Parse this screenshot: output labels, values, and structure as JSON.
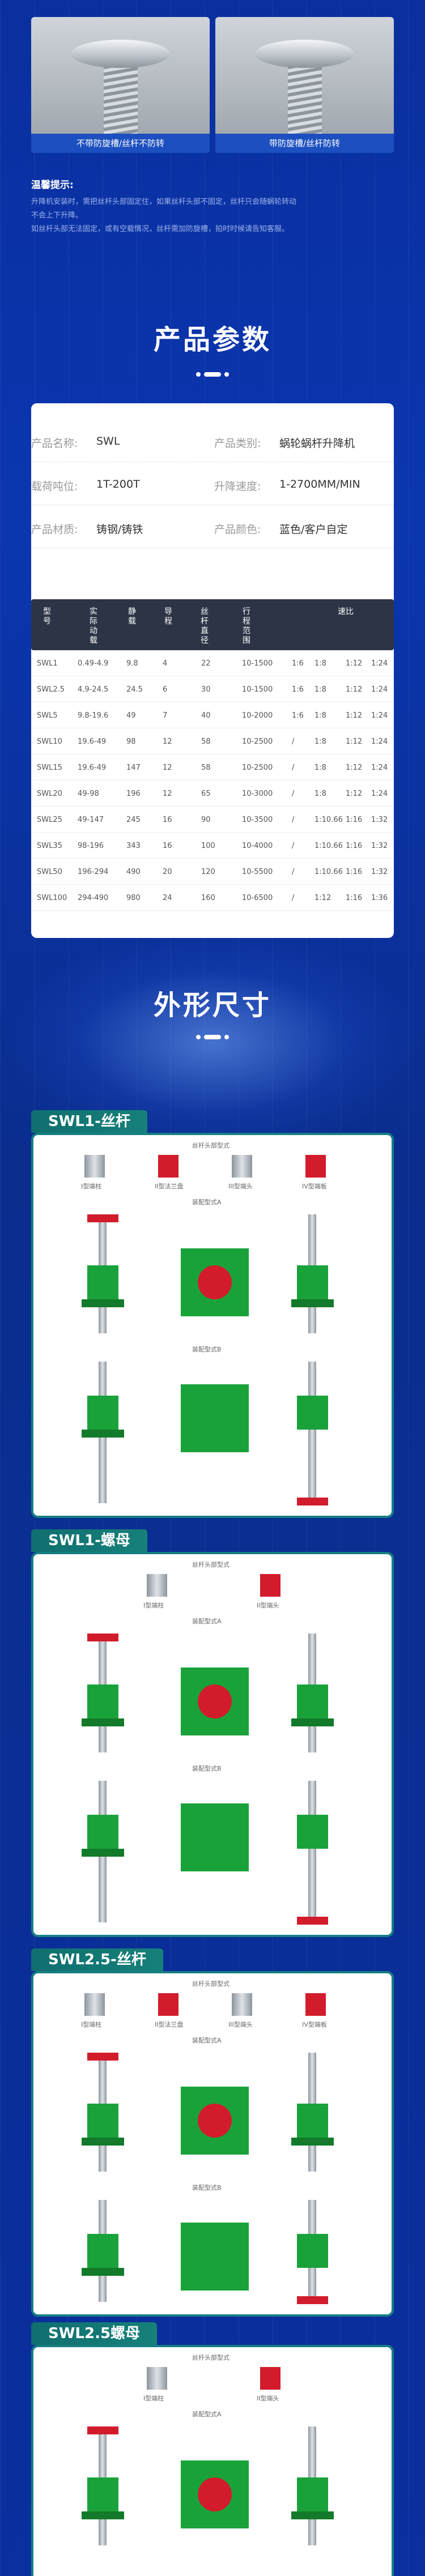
{
  "photos": [
    {
      "label": "不带防旋槽/丝杆不防转"
    },
    {
      "label": "带防旋槽/丝杆防转"
    }
  ],
  "tips": {
    "title": "温馨提示:",
    "lines": [
      "升降机安装时，需把丝杆头部固定住，如果丝杆头部不固定，丝杆只会随蜗轮转动",
      "不会上下升降。",
      "如丝杆头部无法固定，或有空载情况，丝杆需加防旋槽，拍时时候请告知客服。"
    ]
  },
  "params_title": "产品参数",
  "product_info": {
    "name_label": "产品名称:",
    "name_value": "SWL",
    "category_label": "产品类别:",
    "category_value": "蜗轮蜗杆升降机",
    "load_label": "载荷吨位:",
    "load_value": "1T-200T",
    "speed_label": "升降速度:",
    "speed_value": "1-2700MM/MIN",
    "material_label": "产品材质:",
    "material_value": "铸钢/铸铁",
    "color_label": "产品颜色:",
    "color_value": "蓝色/客户自定"
  },
  "spec_table": {
    "headers": [
      "型号",
      "实际动载",
      "静载",
      "导程",
      "丝杆直径",
      "行程范围",
      "速比"
    ],
    "rows": [
      [
        "SWL1",
        "0.49-4.9",
        "9.8",
        "4",
        "22",
        "10-1500",
        "1:6",
        "1:8",
        "1:12",
        "1:24"
      ],
      [
        "SWL2.5",
        "4.9-24.5",
        "24.5",
        "6",
        "30",
        "10-1500",
        "1:6",
        "1:8",
        "1:12",
        "1:24"
      ],
      [
        "SWL5",
        "9.8-19.6",
        "49",
        "7",
        "40",
        "10-2000",
        "1:6",
        "1:8",
        "1:12",
        "1:24"
      ],
      [
        "SWL10",
        "19.6-49",
        "98",
        "12",
        "58",
        "10-2500",
        "/",
        "1:8",
        "1:12",
        "1:24"
      ],
      [
        "SWL15",
        "19.6-49",
        "147",
        "12",
        "58",
        "10-2500",
        "/",
        "1:8",
        "1:12",
        "1:24"
      ],
      [
        "SWL20",
        "49-98",
        "196",
        "12",
        "65",
        "10-3000",
        "/",
        "1:8",
        "1:12",
        "1:24"
      ],
      [
        "SWL25",
        "49-147",
        "245",
        "16",
        "90",
        "10-3500",
        "/",
        "1:10.66",
        "1:16",
        "1:32"
      ],
      [
        "SWL35",
        "98-196",
        "343",
        "16",
        "100",
        "10-4000",
        "/",
        "1:10.66",
        "1:16",
        "1:32"
      ],
      [
        "SWL50",
        "196-294",
        "490",
        "20",
        "120",
        "10-5500",
        "/",
        "1:10.66",
        "1:16",
        "1:32"
      ],
      [
        "SWL100",
        "294-490",
        "980",
        "24",
        "160",
        "10-6500",
        "/",
        "1:12",
        "1:16",
        "1:36"
      ]
    ]
  },
  "dims_title": "外形尺寸",
  "drawings": [
    {
      "tab": "SWL1-丝杆",
      "caption_top": "丝杆头部型式",
      "caption_mid": "装配型式A",
      "caption_bot": "装配型式B",
      "part_labels": [
        "I型端柱",
        "II型法兰盘",
        "III型端头",
        "IV型端板"
      ]
    },
    {
      "tab": "SWL1-螺母",
      "caption_top": "丝杆头部型式",
      "caption_mid": "装配型式A",
      "caption_bot": "装配型式B",
      "part_labels": [
        "I型端柱",
        "II型端头"
      ]
    },
    {
      "tab": "SWL2.5-丝杆",
      "caption_top": "丝杆头部型式",
      "caption_mid": "装配型式A",
      "caption_bot": "装配型式B",
      "part_labels": [
        "I型端柱",
        "II型法兰盘",
        "III型端头",
        "IV型端板"
      ]
    },
    {
      "tab": "SWL2.5螺母",
      "caption_top": "丝杆头部型式",
      "caption_mid": "装配型式A",
      "caption_bot": "",
      "part_labels": [
        "I型端柱",
        "II型端头"
      ]
    }
  ]
}
